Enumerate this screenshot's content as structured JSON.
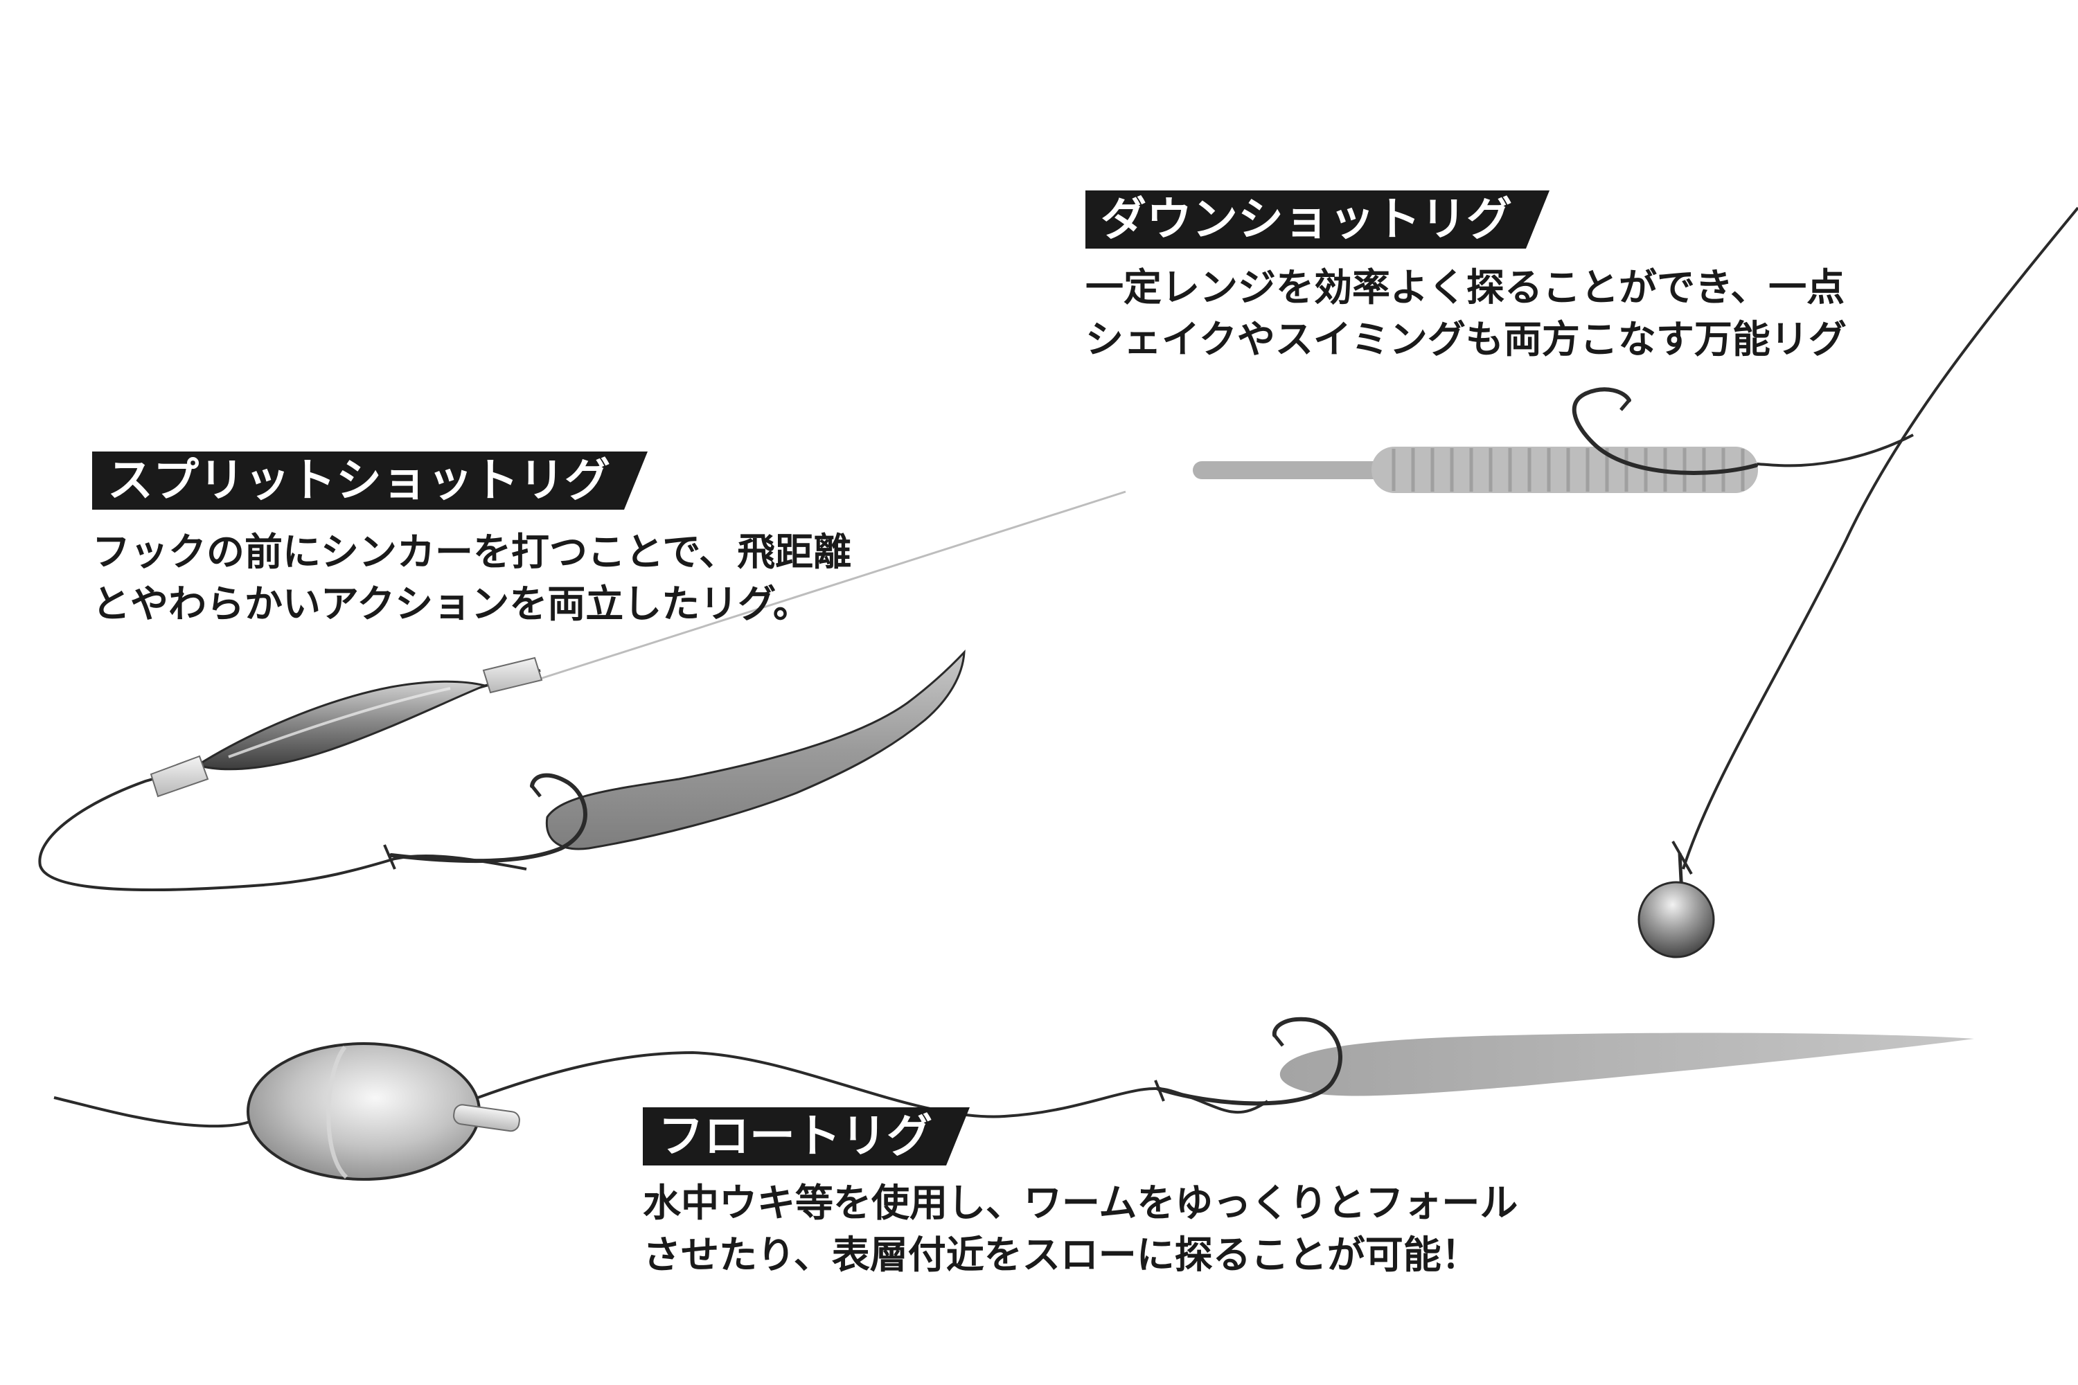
{
  "sections": {
    "downshot": {
      "title": "ダウンショットリグ",
      "desc_line1": "一定レンジを効率よく探ることができ、一点",
      "desc_line2": "シェイクやスイミングも両方こなす万能リグ"
    },
    "split_shot": {
      "title": "スプリットショットリグ",
      "desc_line1": "フックの前にシンカーを打つことで、飛距離",
      "desc_line2": "とやわらかいアクションを両立したリグ。"
    },
    "float": {
      "title": "フロートリグ",
      "desc_line1": "水中ウキ等を使用し、ワームをゆっくりとフォール",
      "desc_line2": "させたり、表層付近をスローに探ることが可能！"
    }
  },
  "colors": {
    "label_bg": "#1a1a1a",
    "label_text": "#ffffff",
    "body_text": "#1a1a1a",
    "line": "#2a2a2a",
    "worm_gray": "#a8a8a8",
    "sinker_gray": "#7a7a7a"
  }
}
